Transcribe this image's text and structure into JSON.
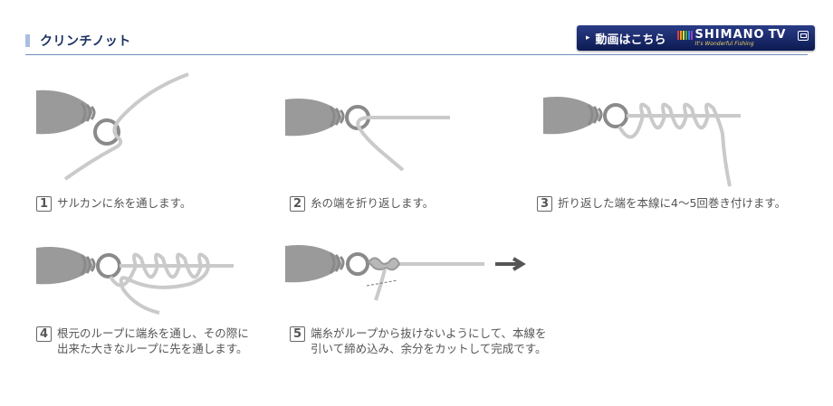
{
  "header": {
    "title": "クリンチノット"
  },
  "video_button": {
    "label": "動画はこちら",
    "brand": "SHIMANO",
    "brand_suffix": "TV",
    "tagline": "It's Wonderful Fishing",
    "stripe_colors": [
      "#e03a3a",
      "#f0a020",
      "#f0e020",
      "#40b040",
      "#3080e0",
      "#a040c0"
    ]
  },
  "steps": [
    {
      "number": "1",
      "text": "サルカンに糸を通します。"
    },
    {
      "number": "2",
      "text": "糸の端を折り返します。"
    },
    {
      "number": "3",
      "text": "折り返した端を本線に4～5回巻き付けます。"
    },
    {
      "number": "4",
      "lines": [
        "根元のループに端糸を通し、その際に",
        "出来た大きなループに先を通します。"
      ]
    },
    {
      "number": "5",
      "lines": [
        "端糸がループから抜けないようにして、本線を",
        "引いて締め込み、余分をカットして完成です。"
      ]
    }
  ],
  "colors": {
    "header_text": "#1c3160",
    "rule": "#6f8fbf",
    "button_bg": "#0c1a52",
    "swivel": "#999999",
    "line": "#c8c8c8",
    "arrow": "#555555"
  }
}
